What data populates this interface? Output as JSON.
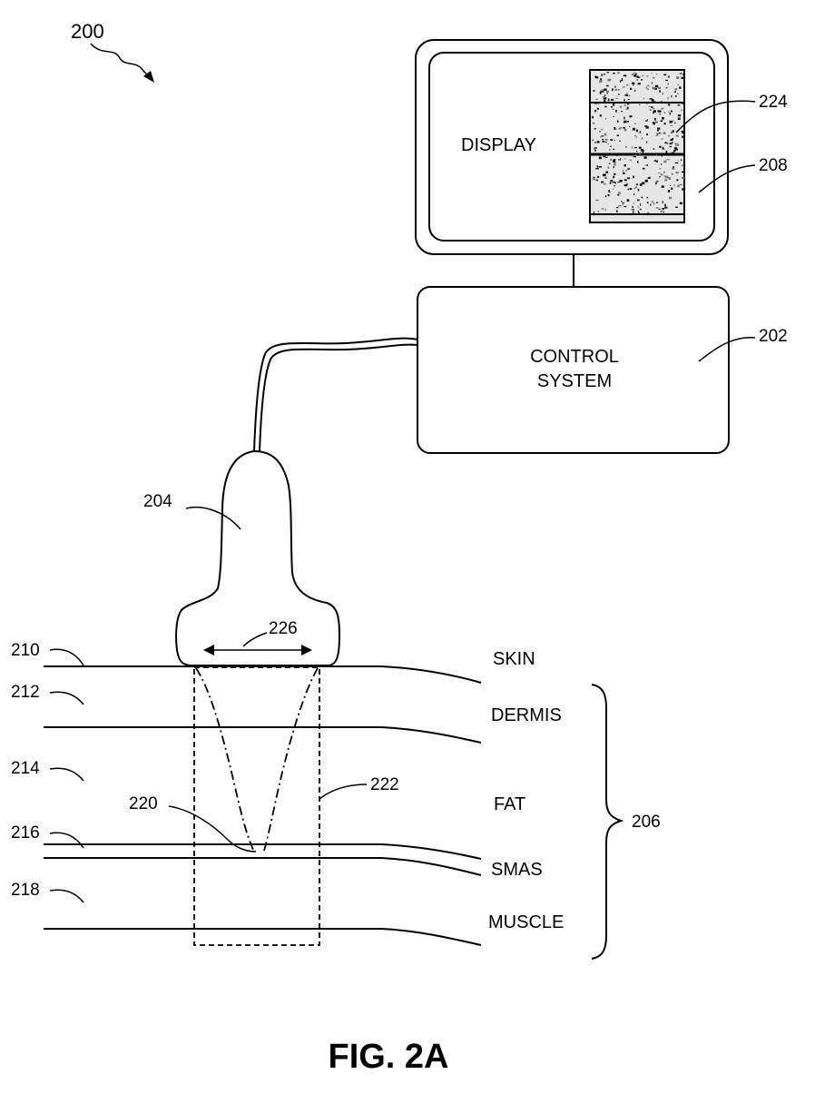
{
  "figure": {
    "number": "200",
    "caption": "FIG. 2A"
  },
  "display": {
    "label": "DISPLAY",
    "ref_screen": "224",
    "ref_display": "208"
  },
  "control": {
    "line1": "CONTROL",
    "line2": "SYSTEM",
    "ref": "202"
  },
  "probe": {
    "ref": "204",
    "width_ref": "226"
  },
  "tissue": {
    "ref_group": "206",
    "layers": [
      {
        "ref": "210",
        "name": "SKIN"
      },
      {
        "ref": "212",
        "name": "DERMIS"
      },
      {
        "ref": "214",
        "name": "FAT"
      },
      {
        "ref": "216",
        "name": "SMAS"
      },
      {
        "ref": "218",
        "name": "MUSCLE"
      }
    ],
    "focal_ref": "220",
    "region_ref": "222"
  }
}
